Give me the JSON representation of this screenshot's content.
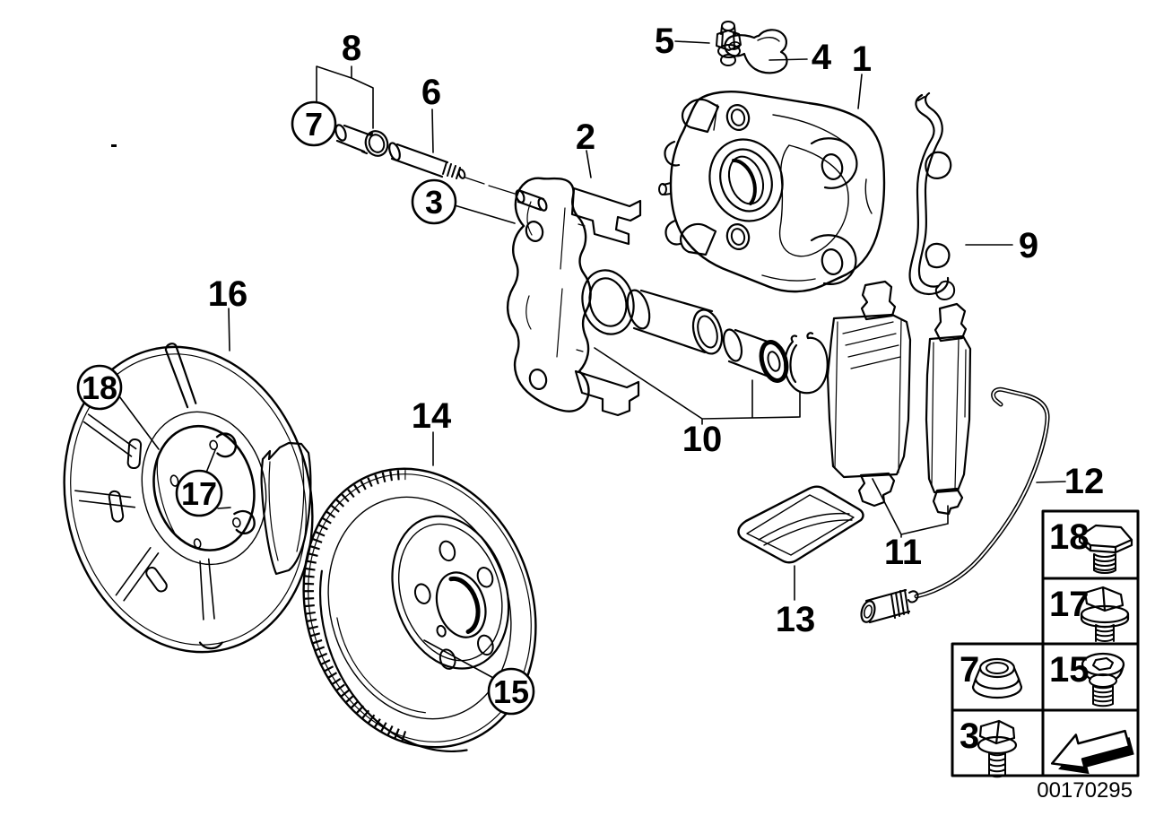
{
  "doc_number": "00170295",
  "colors": {
    "line": "#000000",
    "background": "#ffffff"
  },
  "callouts": [
    {
      "label": "1",
      "circled": false
    },
    {
      "label": "2",
      "circled": false
    },
    {
      "label": "3",
      "circled": true
    },
    {
      "label": "4",
      "circled": false
    },
    {
      "label": "5",
      "circled": false
    },
    {
      "label": "6",
      "circled": false
    },
    {
      "label": "7",
      "circled": true
    },
    {
      "label": "8",
      "circled": false
    },
    {
      "label": "9",
      "circled": false
    },
    {
      "label": "10",
      "circled": false
    },
    {
      "label": "11",
      "circled": false
    },
    {
      "label": "12",
      "circled": false
    },
    {
      "label": "13",
      "circled": false
    },
    {
      "label": "14",
      "circled": false
    },
    {
      "label": "15",
      "circled": true
    },
    {
      "label": "16",
      "circled": false
    },
    {
      "label": "17",
      "circled": true
    },
    {
      "label": "18",
      "circled": true
    }
  ],
  "legend": {
    "cells": [
      {
        "label": "18",
        "icon": "hex-head-bolt-icon"
      },
      {
        "label": "17",
        "icon": "hex-washer-bolt-icon"
      },
      {
        "label": "7",
        "icon": "sealing-cap-icon"
      },
      {
        "label": "15",
        "icon": "countersunk-socket-screw-icon"
      },
      {
        "label": "3",
        "icon": "hex-flange-bolt-icon"
      },
      {
        "label": "",
        "icon": "direction-arrow-icon"
      }
    ]
  }
}
